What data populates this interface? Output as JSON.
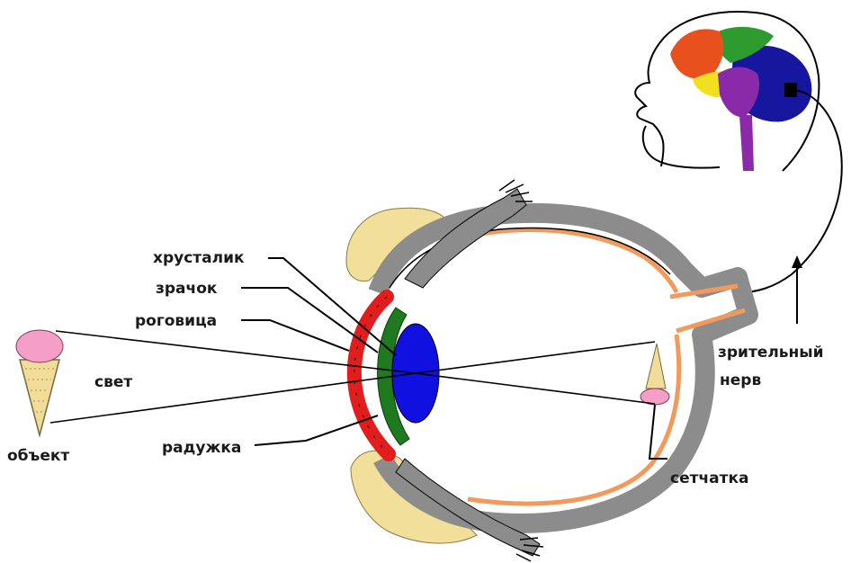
{
  "labels": {
    "lens": "хрусталик",
    "pupil": "зрачок",
    "cornea": "роговица",
    "light": "свет",
    "object": "объект",
    "iris": "радужка",
    "optic_nerve_line1": "зрительный",
    "optic_nerve_line2": "нерв",
    "retina": "сетчатка"
  },
  "colors": {
    "cornea": "#e11d1d",
    "iris": "#1f7a1f",
    "lens": "#1010e0",
    "sclera": "#8c8c8c",
    "choroid": "#f29a5c",
    "eyelid": "#f2df9a",
    "ice_cream": "#f59fc8",
    "cone": "#f2dc9a",
    "brain_frontal": "#e8501e",
    "brain_parietal": "#2e9b2e",
    "brain_occipital": "#16169e",
    "brain_temporal": "#f0e020",
    "brain_stem": "#8a2aa8"
  },
  "icons": [
    "ice-cream-icon",
    "head-with-brain-icon",
    "eye-cross-section-icon"
  ]
}
